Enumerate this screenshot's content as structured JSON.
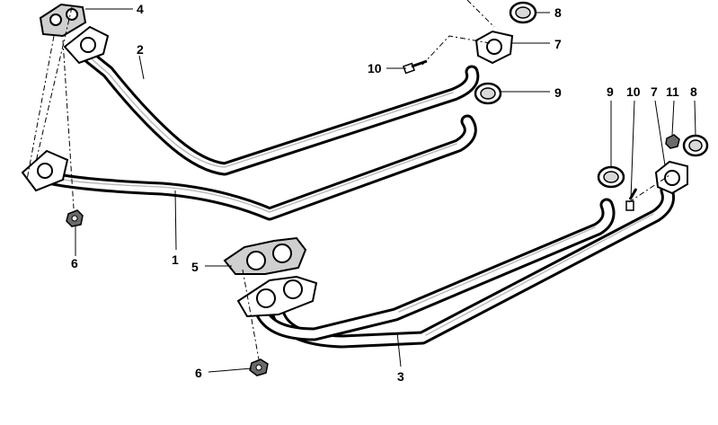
{
  "callouts": {
    "c1": "1",
    "c2": "2",
    "c3": "3",
    "c4": "4",
    "c5": "5",
    "c6a": "6",
    "c6b": "6",
    "c7a": "7",
    "c7b": "7",
    "c8a": "8",
    "c8b": "8",
    "c9a": "9",
    "c9b": "9",
    "c10a": "10",
    "c10b": "10",
    "c11": "11"
  },
  "parts": {
    "1": "front-pipe-lower",
    "2": "front-pipe-upper",
    "3": "front-pipe-pair-right",
    "4": "gasket-upper-left",
    "5": "gasket-center",
    "6": "nut",
    "7": "flange-connector",
    "8": "sealing-ring",
    "9": "clamp-ring",
    "10": "bolt",
    "11": "nut-small"
  },
  "colors": {
    "line": "#000000",
    "background": "#ffffff",
    "shading": "#cfcfcf"
  }
}
